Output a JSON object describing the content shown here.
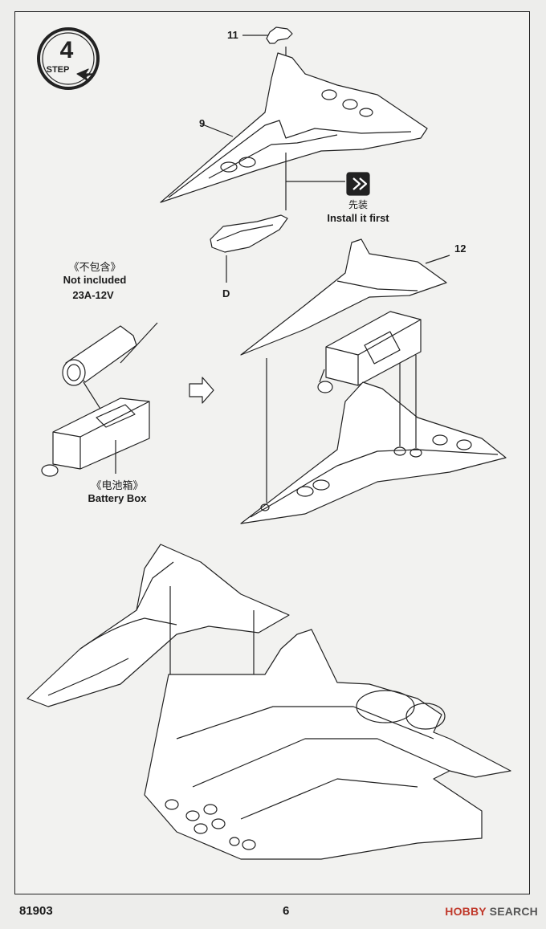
{
  "step": {
    "label": "STEP",
    "number": "4"
  },
  "parts": {
    "p11": "11",
    "p9": "9",
    "p12": "12",
    "pD": "D"
  },
  "install_note": {
    "cn": "先装",
    "en": "Install it first"
  },
  "not_included": {
    "cn": "《不包含》",
    "en": "Not included",
    "battery_spec": "23A-12V"
  },
  "battery_box": {
    "cn": "《电池箱》",
    "en": "Battery Box"
  },
  "footer": {
    "product_code": "81903",
    "page_number": "6"
  },
  "watermark": {
    "brand_hobby": "H",
    "brand_rest": "OBBY SEARCH",
    "brand_highlight": "HOBBY",
    "brand_search": "SEARCH"
  }
}
